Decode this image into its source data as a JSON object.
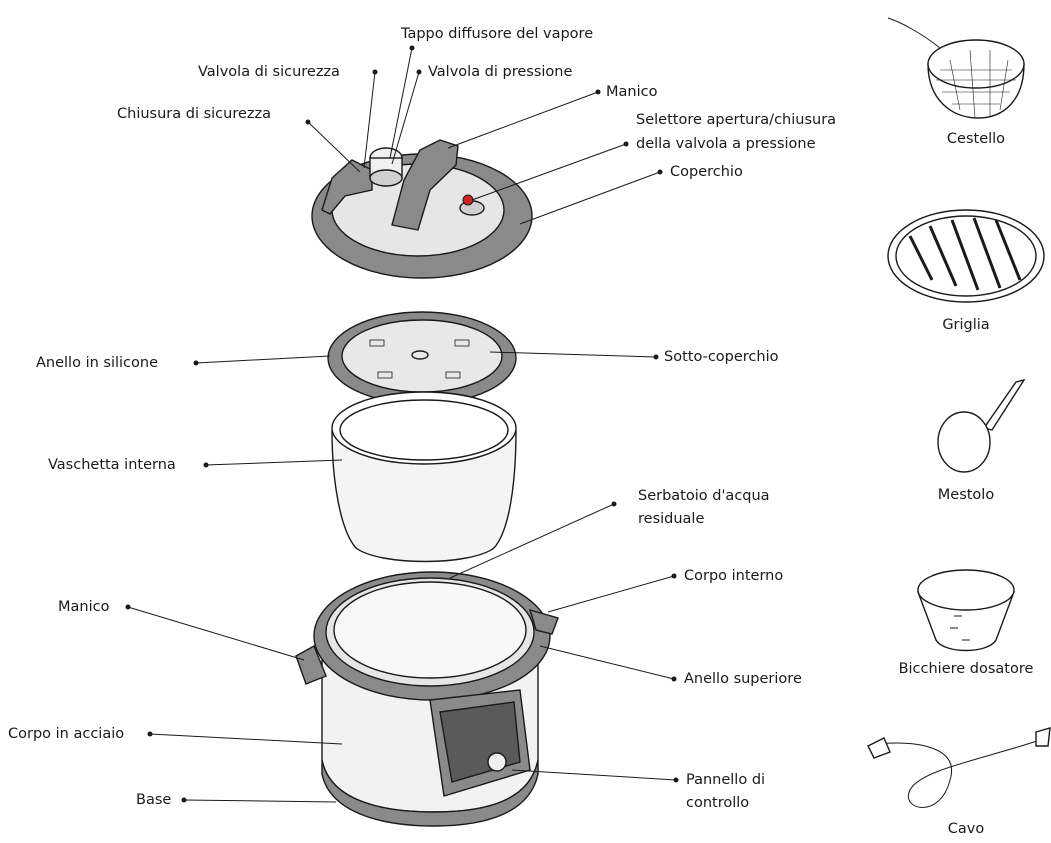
{
  "labels": {
    "tappo": "Tappo diffusore del vapore",
    "valvola_sic": "Valvola di sicurezza",
    "valvola_press": "Valvola di pressione",
    "chiusura": "Chiusura di sicurezza",
    "manico_top": "Manico",
    "selettore_1": "Selettore apertura/chiusura",
    "selettore_2": "della valvola a pressione",
    "coperchio": "Coperchio",
    "anello_silicone": "Anello in silicone",
    "sotto_coperchio": "Sotto-coperchio",
    "vaschetta": "Vaschetta interna",
    "serbatoio_1": "Serbatoio d'acqua",
    "serbatoio_2": "residuale",
    "corpo_interno": "Corpo interno",
    "manico_body": "Manico",
    "anello_superiore": "Anello superiore",
    "corpo_acciaio": "Corpo in acciaio",
    "pannello_1": "Pannello di",
    "pannello_2": "controllo",
    "base": "Base"
  },
  "accessories": {
    "cestello": "Cestello",
    "griglia": "Griglia",
    "mestolo": "Mestolo",
    "bicchiere": "Bicchiere dosatore",
    "cavo": "Cavo"
  },
  "colors": {
    "gray_part": "#8a8a8a",
    "light_gray": "#d8d8d8",
    "valve_red": "#d42020",
    "outline": "#1a1a1a"
  }
}
